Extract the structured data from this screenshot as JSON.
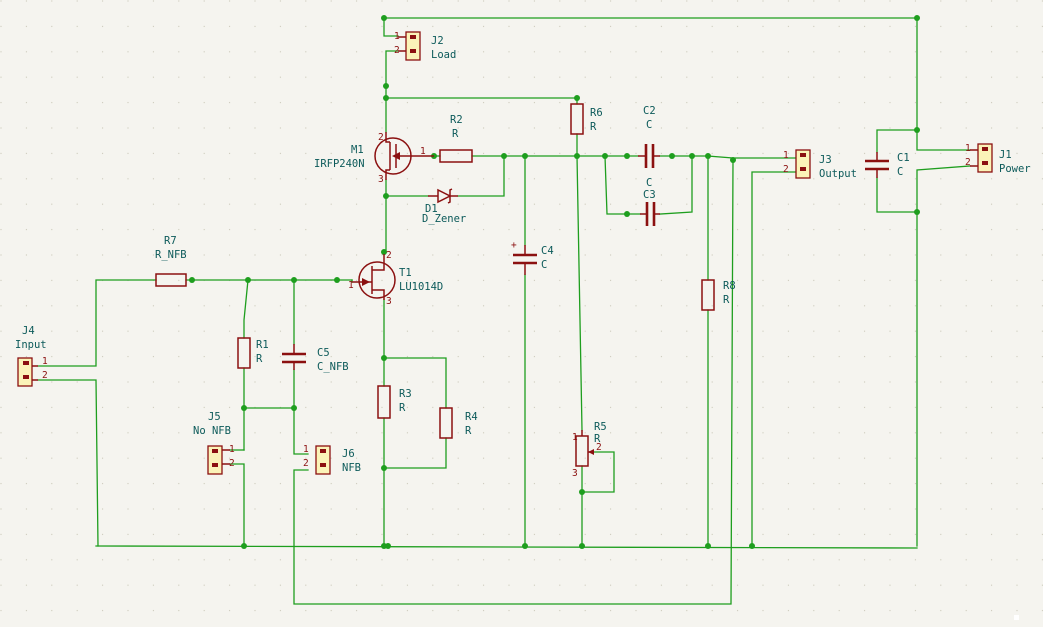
{
  "components": {
    "J1": {
      "ref": "J1",
      "value": "Power",
      "pins": [
        "1",
        "2"
      ]
    },
    "J2": {
      "ref": "J2",
      "value": "Load",
      "pins": [
        "1",
        "2"
      ]
    },
    "J3": {
      "ref": "J3",
      "value": "Output",
      "pins": [
        "1",
        "2"
      ]
    },
    "J4": {
      "ref": "J4",
      "value": "Input",
      "pins": [
        "1",
        "2"
      ]
    },
    "J5": {
      "ref": "J5",
      "value": "No NFB",
      "pins": [
        "1",
        "2"
      ]
    },
    "J6": {
      "ref": "J6",
      "value": "NFB",
      "pins": [
        "1",
        "2"
      ]
    },
    "M1": {
      "ref": "M1",
      "value": "IRFP240N",
      "pins": [
        "1",
        "2",
        "3"
      ]
    },
    "T1": {
      "ref": "T1",
      "value": "LU1014D",
      "pins": [
        "1",
        "2",
        "3"
      ]
    },
    "D1": {
      "ref": "D1",
      "value": "D_Zener"
    },
    "R1": {
      "ref": "R1",
      "value": "R"
    },
    "R2": {
      "ref": "R2",
      "value": "R"
    },
    "R3": {
      "ref": "R3",
      "value": "R"
    },
    "R4": {
      "ref": "R4",
      "value": "R"
    },
    "R5": {
      "ref": "R5",
      "value": "R",
      "pins": [
        "1",
        "2",
        "3"
      ]
    },
    "R6": {
      "ref": "R6",
      "value": "R"
    },
    "R7": {
      "ref": "R7",
      "value": "R_NFB"
    },
    "R8": {
      "ref": "R8",
      "value": "R"
    },
    "C1": {
      "ref": "C1",
      "value": "C"
    },
    "C2": {
      "ref": "C2",
      "value": "C"
    },
    "C3": {
      "ref": "C3",
      "value": "C"
    },
    "C4": {
      "ref": "C4",
      "value": "C",
      "polarity": "+"
    },
    "C5": {
      "ref": "C5",
      "value": "C_NFB"
    }
  }
}
